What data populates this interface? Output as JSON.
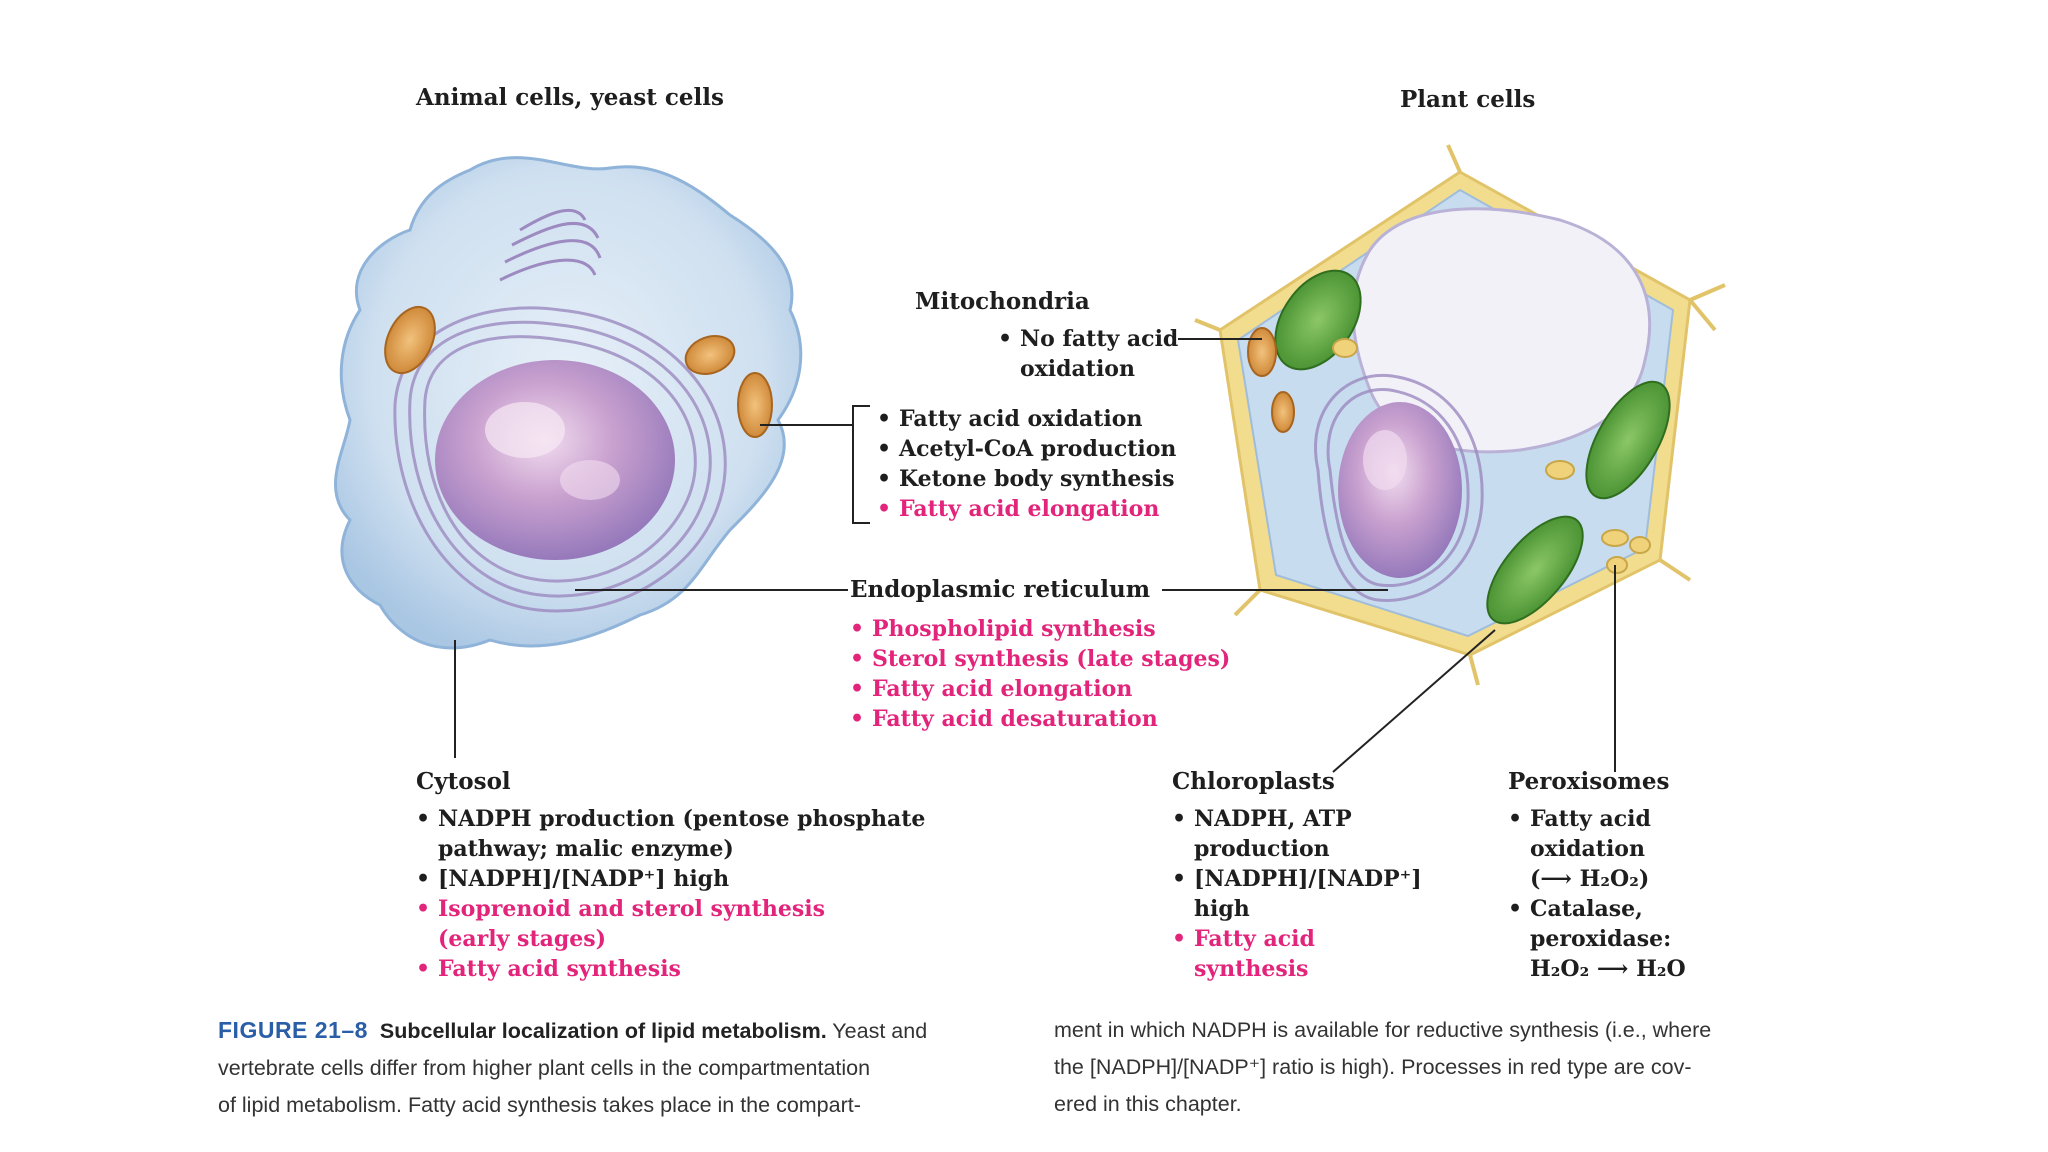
{
  "titles": {
    "animal": "Animal cells, yeast cells",
    "plant": "Plant cells"
  },
  "mitochondria_plant": {
    "heading": "Mitochondria",
    "items": [
      {
        "text": "No fatty acid\noxidation",
        "red": false
      }
    ]
  },
  "mitochondria_animal": {
    "items": [
      {
        "text": "Fatty acid oxidation",
        "red": false
      },
      {
        "text": "Acetyl-CoA production",
        "red": false
      },
      {
        "text": "Ketone body synthesis",
        "red": false
      },
      {
        "text": "Fatty acid elongation",
        "red": true
      }
    ]
  },
  "er": {
    "heading": "Endoplasmic reticulum",
    "items": [
      {
        "text": "Phospholipid synthesis",
        "red": true
      },
      {
        "text": "Sterol synthesis (late stages)",
        "red": true
      },
      {
        "text": "Fatty acid elongation",
        "red": true
      },
      {
        "text": "Fatty acid desaturation",
        "red": true
      }
    ]
  },
  "cytosol": {
    "heading": "Cytosol",
    "items": [
      {
        "text": "NADPH production (pentose phosphate\npathway; malic enzyme)",
        "red": false
      },
      {
        "text": "[NADPH]/[NADP⁺] high",
        "red": false
      },
      {
        "text": "Isoprenoid and sterol synthesis\n(early stages)",
        "red": true
      },
      {
        "text": "Fatty acid synthesis",
        "red": true
      }
    ]
  },
  "chloroplasts": {
    "heading": "Chloroplasts",
    "items": [
      {
        "text": "NADPH, ATP\nproduction",
        "red": false
      },
      {
        "text": "[NADPH]/[NADP⁺]\nhigh",
        "red": false
      },
      {
        "text": "Fatty acid\nsynthesis",
        "red": true
      }
    ]
  },
  "peroxisomes": {
    "heading": "Peroxisomes",
    "items": [
      {
        "text": "Fatty acid\noxidation\n(⟶ H₂O₂)",
        "red": false
      },
      {
        "text": "Catalase,\nperoxidase:\nH₂O₂ ⟶ H₂O",
        "red": false
      }
    ]
  },
  "caption": {
    "figure_label": "FIGURE 21–8",
    "title": "Subcellular localization of lipid metabolism.",
    "left_lines": [
      "Yeast and",
      "vertebrate cells differ from higher plant cells in the compartmentation",
      "of lipid metabolism. Fatty acid synthesis takes place in the compart-"
    ],
    "right_lines": [
      "ment in which NADPH is available for reductive synthesis (i.e., where",
      "the [NADPH]/[NADP⁺] ratio is high). Processes in red type are cov-",
      "ered in this chapter."
    ]
  },
  "colors": {
    "red_text": "#e3247b",
    "figure_label": "#2a5fa8",
    "cytoplasm": "#c7dcee",
    "nucleus": "#b48ec0",
    "mitochondrion": "#d99a45",
    "chloroplast": "#5e9e3c",
    "cell_wall": "#f2dc8e",
    "vacuole": "#f3f1f8"
  }
}
